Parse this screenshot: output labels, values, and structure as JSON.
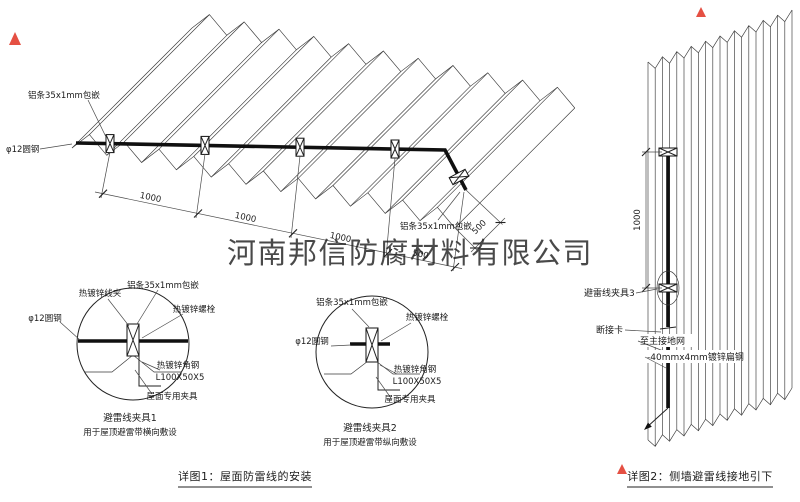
{
  "colors": {
    "red": "#e03122",
    "watermark": "#b5b5b5"
  },
  "watermark": "河南邦信防腐材料有限公司",
  "roof": {
    "strip_label_top": "铝条35x1mm包嵌",
    "strip_label_right": "铝条35x1mm包嵌",
    "rod_label": "φ12圆钢",
    "dims_bottom": [
      "1000",
      "1000",
      "1000",
      "500"
    ],
    "dim_side": "500"
  },
  "detail1": {
    "labels": {
      "clip": "热镀锌线夹",
      "strip": "铝条35x1mm包嵌",
      "bolt": "热镀锌螺栓",
      "rod": "φ12圆钢",
      "angle": "热镀锌角钢",
      "angle_size": "L100X50X5",
      "fixture": "屋面专用夹具"
    },
    "title": "避雷线夹具1",
    "subtitle": "用于屋顶避雷带横向敷设"
  },
  "detail2": {
    "labels": {
      "strip": "铝条35x1mm包嵌",
      "bolt": "热镀锌螺栓",
      "rod": "φ12圆钢",
      "angle": "热镀锌角钢",
      "angle_size": "L100X50X5",
      "fixture": "屋面专用夹具"
    },
    "title": "避雷线夹具2",
    "subtitle": "用于屋顶避雷带纵向敷设"
  },
  "wall": {
    "dim": "1000",
    "labels": {
      "clamp3": "避雷线夹具3",
      "disconnect": "断接卡",
      "to_ground": "至主接地网",
      "flat_steel": "-40mmx4mm镀锌扁钢"
    }
  },
  "captions": {
    "fig1": "详图1：屋面防雷线的安装",
    "fig2": "详图2：侧墙避雷线接地引下"
  }
}
